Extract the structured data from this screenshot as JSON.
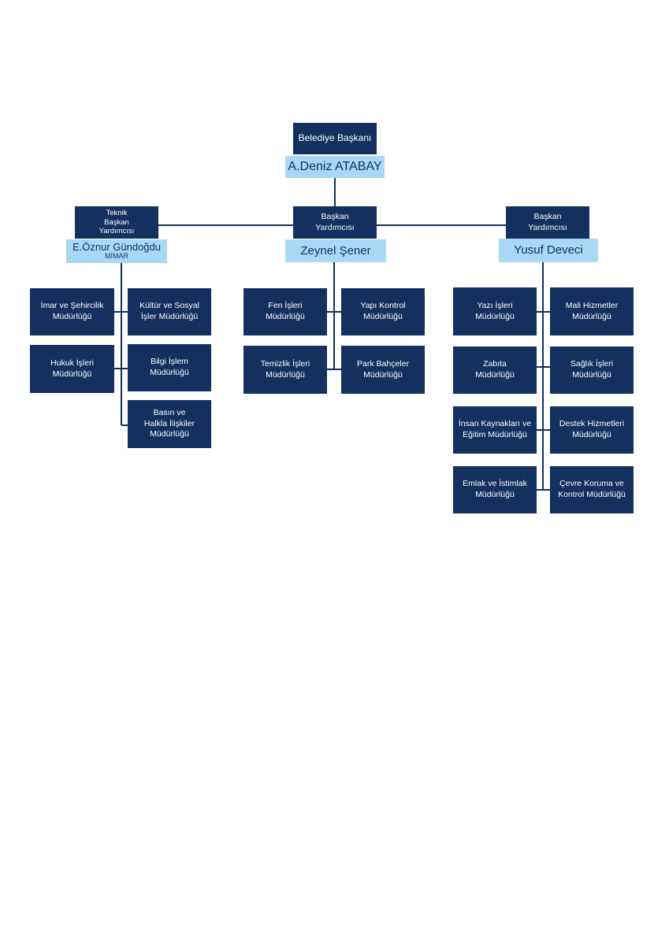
{
  "mayor": {
    "role": "Belediye Başkanı",
    "name": "A.Deniz ATABAY"
  },
  "deputies": [
    {
      "role": "Teknik\nBaşkan\nYardımcısı",
      "name": "E.Öznur Gündoğdu",
      "subtitle": "MİMAR",
      "departments": [
        "İmar ve Şehircilik\nMüdürlüğü",
        "Kültür ve Sosyal\nİşler Müdürlüğü",
        "Hukuk İşleri\nMüdürlüğü",
        "Bilgi İşlem\nMüdürlüğü",
        "Basın ve\nHalkla İlişkiler\nMüdürlüğü"
      ]
    },
    {
      "role": "Başkan\nYardımcısı",
      "name": "Zeynel Şener",
      "departments": [
        "Fen İşleri\nMüdürlüğü",
        "Yapı Kontrol\nMüdürlüğü",
        "Temizlik İşleri\nMüdürlüğü",
        "Park Bahçeler\nMüdürlüğü"
      ]
    },
    {
      "role": "Başkan\nYardımcısı",
      "name": "Yusuf Deveci",
      "departments": [
        "Yazı İşleri\nMüdürlüğü",
        "Mali Hizmetler\nMüdürlüğü",
        "Zabıta\nMüdürlüğü",
        "Sağlık İşleri\nMüdürlüğü",
        "İnsan Kaynakları ve\nEğitim Müdürlüğü",
        "Destek Hizmetleri\nMüdürlüğü",
        "Emlak ve İstimlak\nMüdürlüğü",
        "Çevre Koruma ve\nKontrol Müdürlüğü"
      ]
    }
  ],
  "colors": {
    "box_dark": "#13305f",
    "box_light": "#a9d8f4",
    "line": "#13305f"
  }
}
